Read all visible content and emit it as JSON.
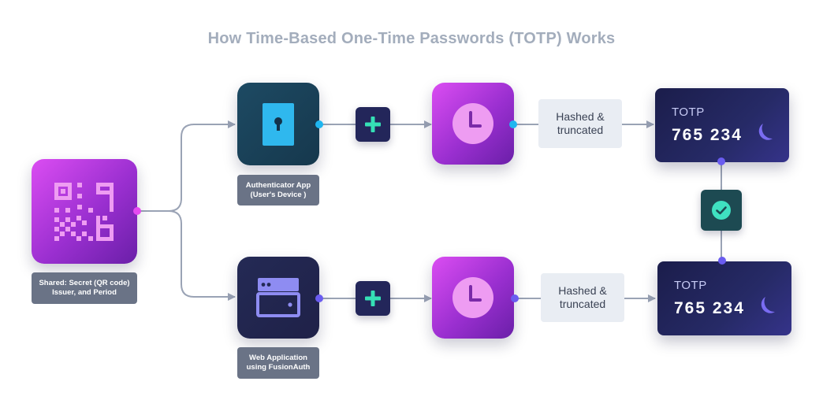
{
  "title": "How Time-Based One-Time Passwords (TOTP) Works",
  "shared": {
    "caption_line1": "Shared: Secret (QR code)",
    "caption_line2": "Issuer, and Period",
    "icon": "qr-code-icon"
  },
  "authenticator": {
    "caption_line1": "Authenticator App",
    "caption_line2": "(User's Device )",
    "icon": "keyhole-door-icon"
  },
  "webapp": {
    "caption_line1": "Web Application",
    "caption_line2": "using FusionAuth",
    "icon": "browser-window-icon"
  },
  "top_flow": {
    "hash_line1": "Hashed &",
    "hash_line2": "truncated",
    "totp_label": "TOTP",
    "totp_code": "765 234"
  },
  "bottom_flow": {
    "hash_line1": "Hashed &",
    "hash_line2": "truncated",
    "totp_label": "TOTP",
    "totp_code": "765 234"
  },
  "colors": {
    "title": "#a3adbc",
    "connector": "#9aa3b5",
    "dot_cyan": "#1fb6f0",
    "dot_purple": "#6a5cf0",
    "dot_pink": "#e54af0",
    "plus": "#35e0b5",
    "check": "#3fe0c0"
  },
  "icons": [
    "qr-code-icon",
    "keyhole-door-icon",
    "browser-window-icon",
    "plus-icon",
    "clock-icon",
    "moon-icon",
    "check-circle-icon"
  ]
}
